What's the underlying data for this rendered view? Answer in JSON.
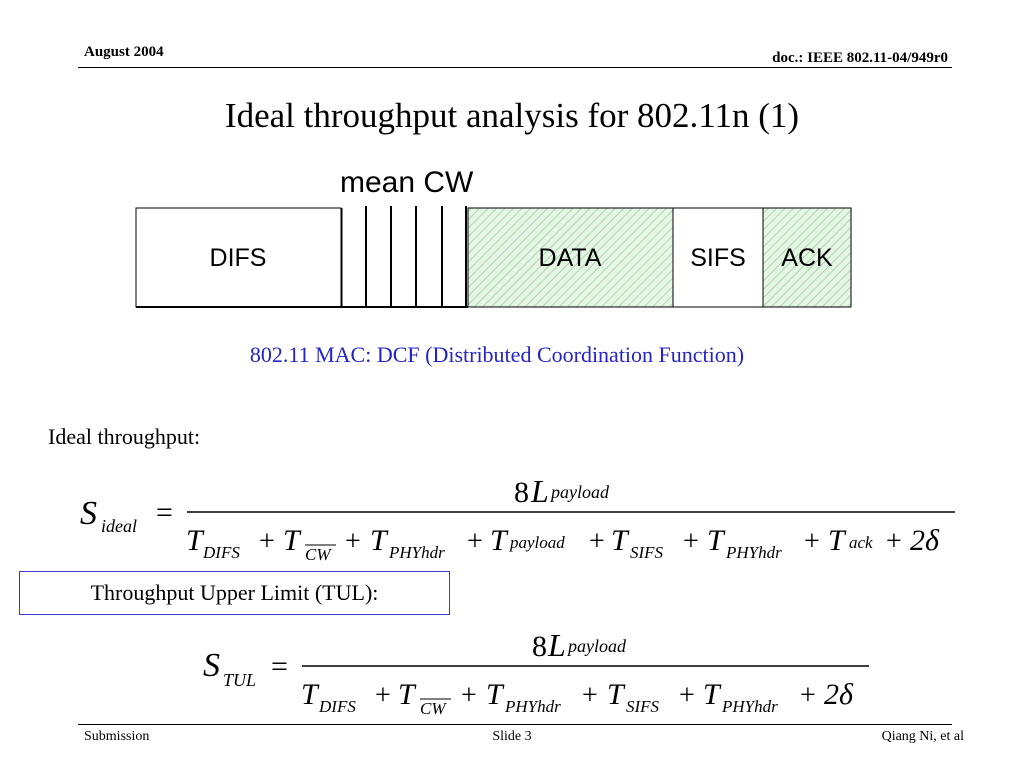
{
  "header": {
    "date": "August 2004",
    "doc_id": "doc.: IEEE 802.11-04/949r0"
  },
  "title": "Ideal throughput analysis for 802.11n (1)",
  "diagram": {
    "mean_cw_label": "mean CW",
    "blocks": {
      "difs": "DIFS",
      "data": "DATA",
      "sifs": "SIFS",
      "ack": "ACK"
    },
    "caption": "802.11 MAC: DCF (Distributed Coordination Function)",
    "colors": {
      "hatch_fill": "#e6f5e6",
      "hatch_line": "#8fd08f",
      "caption": "#2424c8"
    }
  },
  "ideal": {
    "label": "Ideal throughput:",
    "lhs": "S",
    "lhs_sub": "ideal",
    "equals": "=",
    "numerator_coef": "8",
    "numerator_var": "L",
    "numerator_sub": "payload",
    "terms": [
      {
        "var": "T",
        "sub": "DIFS"
      },
      {
        "var": "T",
        "sub": "CW"
      },
      {
        "var": "T",
        "sub": "PHYhdr"
      },
      {
        "var": "T",
        "sub": "payload"
      },
      {
        "var": "T",
        "sub": "SIFS"
      },
      {
        "var": "T",
        "sub": "PHYhdr"
      },
      {
        "var": "T",
        "sub": "ack"
      }
    ],
    "tail": "2δ",
    "plus": "+"
  },
  "tul": {
    "label": "Throughput Upper Limit (TUL):",
    "lhs": "S",
    "lhs_sub": "TUL",
    "equals": "=",
    "numerator_coef": "8",
    "numerator_var": "L",
    "numerator_sub": "payload",
    "terms": [
      {
        "var": "T",
        "sub": "DIFS"
      },
      {
        "var": "T",
        "sub": "CW"
      },
      {
        "var": "T",
        "sub": "PHYhdr"
      },
      {
        "var": "T",
        "sub": "SIFS"
      },
      {
        "var": "T",
        "sub": "PHYhdr"
      }
    ],
    "tail": "2δ",
    "plus": "+"
  },
  "footer": {
    "left": "Submission",
    "center": "Slide 3",
    "right": "Qiang Ni, et al"
  }
}
